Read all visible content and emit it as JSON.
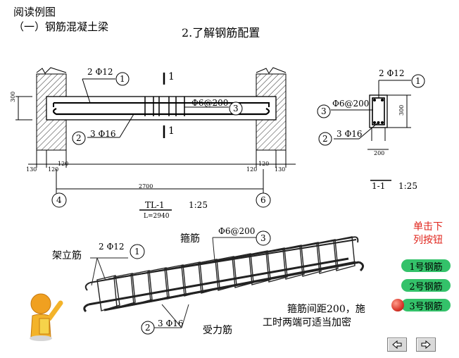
{
  "header": {
    "title": "阅读例图",
    "subtitle": "（一）钢筋混凝土梁",
    "section": "2.了解钢筋配置"
  },
  "beam_elevation": {
    "rebar_top": "2 Φ12",
    "rebar_bottom": "3 Φ16",
    "stirrup": "Φ6@200",
    "callout_1": "1",
    "callout_2": "2",
    "callout_3": "3",
    "section_mark": "1",
    "height_dim": "300",
    "dim_130": "130",
    "dim_120": "120",
    "span_dim": "2700",
    "axis_left": "4",
    "axis_right": "6",
    "beam_name": "TL-1",
    "beam_length": "L=2940",
    "scale": "1:25"
  },
  "cross_section": {
    "rebar_top": "2 Φ12",
    "rebar_bottom": "3 Φ16",
    "stirrup": "Φ6@200",
    "height_dim": "300",
    "width_dim": "200",
    "name": "1-1",
    "scale": "1:25"
  },
  "cage_3d": {
    "erection_label": "架立筋",
    "erection_rebar": "2 Φ12",
    "stirrup_label": "箍筋",
    "stirrup_rebar": "Φ6@200",
    "main_rebar": "3 Φ16",
    "main_label": "受力筋",
    "note_line1": "箍筋间距200，施",
    "note_line2": "工时两端可适当加密"
  },
  "sidebar": {
    "instruction_line1": "单击下",
    "instruction_line2": "列按钮",
    "buttons": [
      "1号钢筋",
      "2号钢筋",
      "3号钢筋"
    ]
  },
  "colors": {
    "button_green": "#34c26a",
    "instruction_red": "#e0241b",
    "indicator_red": "#d9372b"
  },
  "icons": {
    "prev": "arrow-left-icon",
    "next": "arrow-right-icon",
    "mascot": "pointing-figure-icon"
  }
}
